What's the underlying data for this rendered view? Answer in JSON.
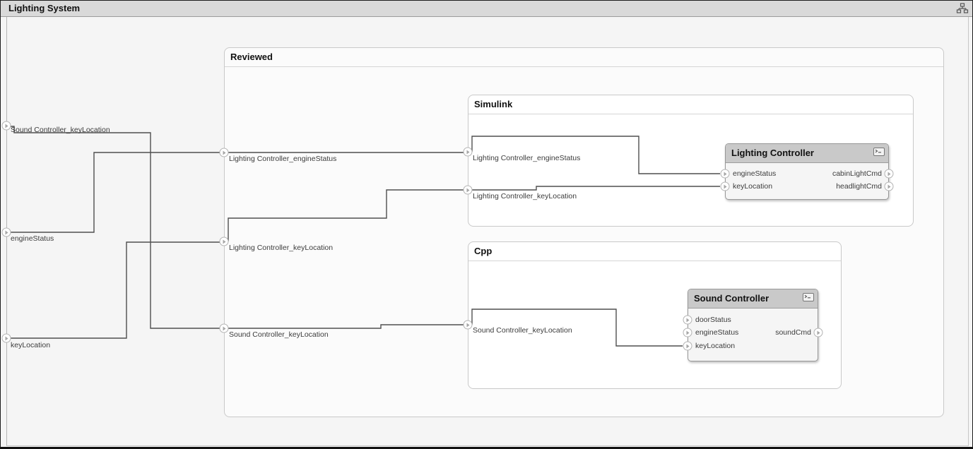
{
  "window": {
    "title": "Lighting System"
  },
  "icons": {
    "hierarchy": "sitemap-icon",
    "component_badge": "model-reference-badge-icon",
    "port_arrow": "triangle-right-icon"
  },
  "colors": {
    "titlebar": "#d9d9d9",
    "canvas": "#f5f5f5",
    "group_fill": "#ffffff",
    "group_border": "#c9c9c9",
    "component_header": "#c9c9c9",
    "component_body": "#f5f5f5",
    "wire": "#4f4f4f"
  },
  "outer_ports": [
    {
      "label": "Sound Controller_keyLocation"
    },
    {
      "label": "engineStatus"
    },
    {
      "label": "keyLocation"
    }
  ],
  "groups": {
    "reviewed": {
      "title": "Reviewed",
      "ports": [
        {
          "label": "Lighting Controller_engineStatus"
        },
        {
          "label": "Lighting Controller_keyLocation"
        },
        {
          "label": "Sound Controller_keyLocation"
        }
      ]
    },
    "simulink": {
      "title": "Simulink",
      "ports": [
        {
          "label": "Lighting Controller_engineStatus"
        },
        {
          "label": "Lighting Controller_keyLocation"
        }
      ]
    },
    "cpp": {
      "title": "Cpp",
      "ports": [
        {
          "label": "Sound Controller_keyLocation"
        }
      ]
    }
  },
  "components": {
    "lighting_controller": {
      "title": "Lighting Controller",
      "inputs": [
        "engineStatus",
        "keyLocation"
      ],
      "outputs": [
        "cabinLightCmd",
        "headlightCmd"
      ]
    },
    "sound_controller": {
      "title": "Sound Controller",
      "inputs": [
        "doorStatus",
        "engineStatus",
        "keyLocation"
      ],
      "outputs": [
        "soundCmd"
      ]
    }
  }
}
